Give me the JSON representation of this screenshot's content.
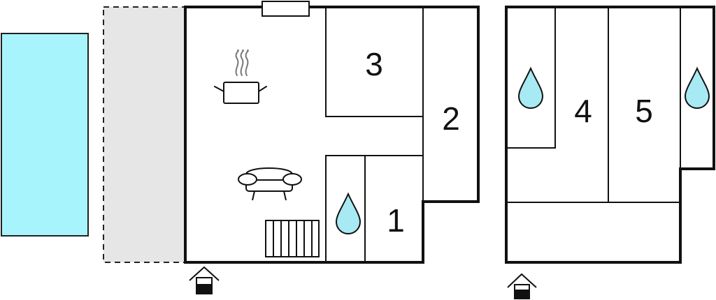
{
  "floor_plan": {
    "rooms": [
      {
        "id": "3",
        "label": "3"
      },
      {
        "id": "2",
        "label": "2"
      },
      {
        "id": "1",
        "label": "1"
      },
      {
        "id": "4",
        "label": "4"
      },
      {
        "id": "5",
        "label": "5"
      }
    ],
    "icons": [
      "pool",
      "terrace",
      "window",
      "cooking-pot-icon",
      "sofa-icon",
      "stairs-icon",
      "water-drop-icon",
      "entrance-icon"
    ],
    "colors": {
      "pool": "#a8f4fd",
      "water_drop": "#a8eaf3",
      "terrace": "#e6e6e6",
      "walls": "#111111"
    }
  }
}
